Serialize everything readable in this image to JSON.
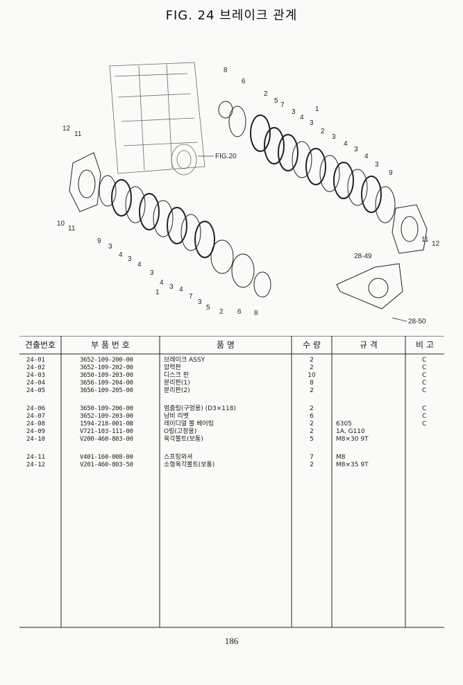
{
  "title": "FIG. 24 브레이크 관계",
  "page_number": "186",
  "diagram": {
    "reference_label": "FIG.20",
    "callouts_top": [
      "8",
      "6",
      "2",
      "5",
      "7",
      "3",
      "4",
      "3",
      "1",
      "2",
      "3",
      "4",
      "3",
      "4",
      "3",
      "9",
      "11",
      "12"
    ],
    "callouts_bottom": [
      "12",
      "11",
      "10",
      "11",
      "9",
      "3",
      "4",
      "3",
      "4",
      "3",
      "4",
      "3",
      "1",
      "4",
      "7",
      "3",
      "5",
      "2",
      "6",
      "8"
    ],
    "label_28_49": "28-49",
    "label_28_50": "28-50"
  },
  "table": {
    "headers": [
      "견출번호",
      "부 품 번 호",
      "품 명",
      "수 량",
      "규 격",
      "비 고"
    ],
    "rows": [
      {
        "no": "24-01",
        "part": "3652-109-200-00",
        "name": "브레이크 ASSY",
        "qty": "2",
        "spec": "",
        "note": "C"
      },
      {
        "no": "24-02",
        "part": "3652-109-202-00",
        "name": "압력판",
        "qty": "2",
        "spec": "",
        "note": "C"
      },
      {
        "no": "24-03",
        "part": "3650-109-203-00",
        "name": "디스크 판",
        "qty": "10",
        "spec": "",
        "note": "C"
      },
      {
        "no": "24-04",
        "part": "3656-109-204-00",
        "name": "분리판(1)",
        "qty": "8",
        "spec": "",
        "note": "C"
      },
      {
        "no": "24-05",
        "part": "3656-109-205-00",
        "name": "분리판(2)",
        "qty": "2",
        "spec": "",
        "note": "C"
      },
      {
        "no": "24-06",
        "part": "3650-109-206-00",
        "name": "멈춤링(구멍용)  (D3×118)",
        "qty": "2",
        "spec": "",
        "note": "C"
      },
      {
        "no": "24-07",
        "part": "3652-109-203-00",
        "name": "남비 리벳",
        "qty": "6",
        "spec": "",
        "note": "C"
      },
      {
        "no": "24-08",
        "part": "1594-218-001-0B",
        "name": "레이디얼 볼 베어링",
        "qty": "2",
        "spec": "6305",
        "note": "C"
      },
      {
        "no": "24-09",
        "part": "V721-103-111-00",
        "name": "O링(고정용)",
        "qty": "2",
        "spec": "1A, G110",
        "note": ""
      },
      {
        "no": "24-10",
        "part": "V200-460-803-00",
        "name": "육각볼트(보통)",
        "qty": "5",
        "spec": "M8×30 9T",
        "note": ""
      },
      {
        "no": "24-11",
        "part": "V401-160-008-00",
        "name": "스프링와셔",
        "qty": "7",
        "spec": "M8",
        "note": ""
      },
      {
        "no": "24-12",
        "part": "V201-460-803-50",
        "name": "소형육각볼트(보통)",
        "qty": "2",
        "spec": "M8×35 9T",
        "note": ""
      }
    ]
  }
}
